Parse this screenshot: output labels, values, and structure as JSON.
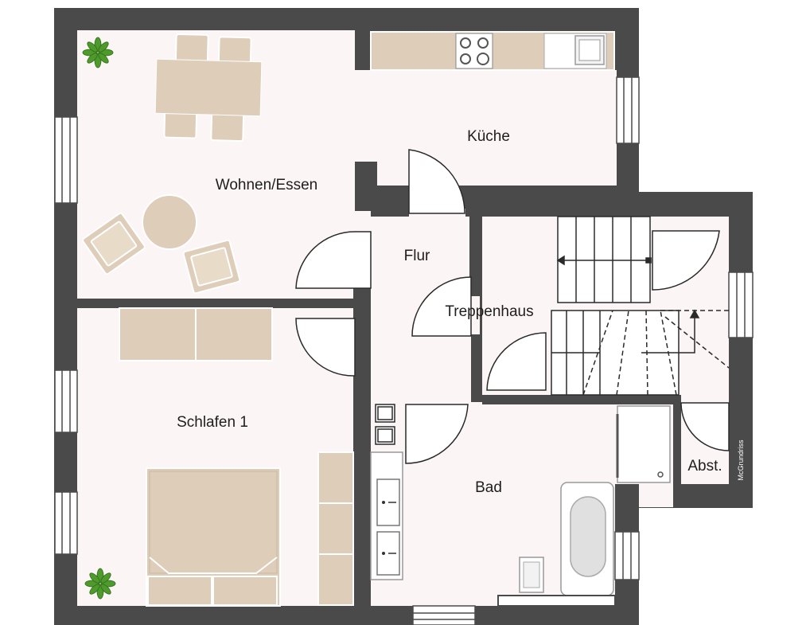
{
  "plan": {
    "rooms": {
      "wohnen": "Wohnen/Essen",
      "kueche": "Küche",
      "flur": "Flur",
      "treppenhaus": "Treppenhaus",
      "schlafen": "Schlafen 1",
      "bad": "Bad",
      "abst": "Abst."
    },
    "watermark": "McGrundriss",
    "colors": {
      "wall": "#4a4a4a",
      "floor": "#fcf5f5",
      "furniture": "#ddcdb9",
      "furniture_stroke": "#ffffff",
      "plant": "#4f9a2c"
    },
    "icons": [
      "plant-icon",
      "stove-icon",
      "sink-icon",
      "bathtub-icon",
      "toilet-icon",
      "stairs-arrow-icon"
    ]
  }
}
